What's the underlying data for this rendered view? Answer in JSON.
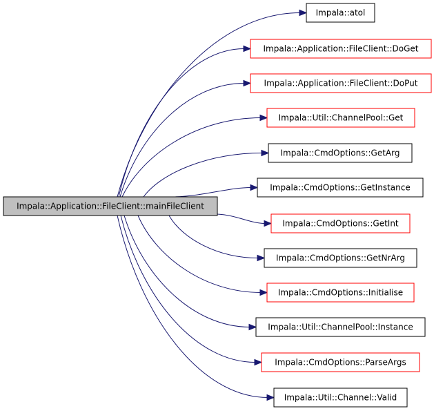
{
  "colors": {
    "edge": "#191970",
    "root_fill": "#bfbfbf",
    "node_fill": "#ffffff",
    "border_default": "#000000",
    "border_undocumented": "#ff0000"
  },
  "root": {
    "label": "Impala::Application::FileClient::mainFileClient"
  },
  "callees": [
    {
      "label": "Impala::atol",
      "border": "black"
    },
    {
      "label": "Impala::Application::FileClient::DoGet",
      "border": "red"
    },
    {
      "label": "Impala::Application::FileClient::DoPut",
      "border": "red"
    },
    {
      "label": "Impala::Util::ChannelPool::Get",
      "border": "red"
    },
    {
      "label": "Impala::CmdOptions::GetArg",
      "border": "black"
    },
    {
      "label": "Impala::CmdOptions::GetInstance",
      "border": "black"
    },
    {
      "label": "Impala::CmdOptions::GetInt",
      "border": "red"
    },
    {
      "label": "Impala::CmdOptions::GetNrArg",
      "border": "black"
    },
    {
      "label": "Impala::CmdOptions::Initialise",
      "border": "red"
    },
    {
      "label": "Impala::Util::ChannelPool::Instance",
      "border": "black"
    },
    {
      "label": "Impala::CmdOptions::ParseArgs",
      "border": "red"
    },
    {
      "label": "Impala::Util::Channel::Valid",
      "border": "black"
    }
  ]
}
